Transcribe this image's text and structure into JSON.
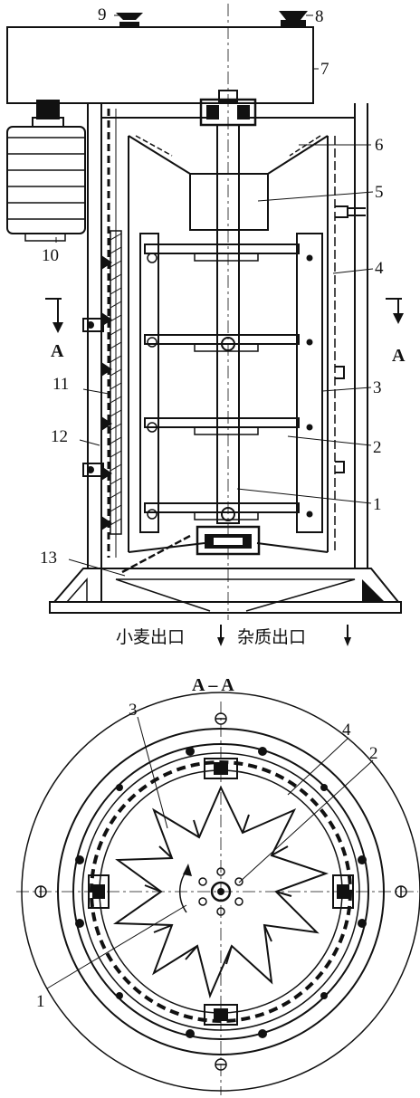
{
  "diagram": {
    "section_marker": "A",
    "section_title": "A – A",
    "outlet_wheat": "小麦出口",
    "outlet_impurity": "杂质出口",
    "front_labels": [
      "9",
      "8",
      "7",
      "6",
      "5",
      "4",
      "3",
      "2",
      "1",
      "10",
      "11",
      "12",
      "13"
    ],
    "section_labels": [
      "3",
      "4",
      "2",
      "1"
    ],
    "colors": {
      "ink": "#111111",
      "paper": "#ffffff"
    }
  }
}
